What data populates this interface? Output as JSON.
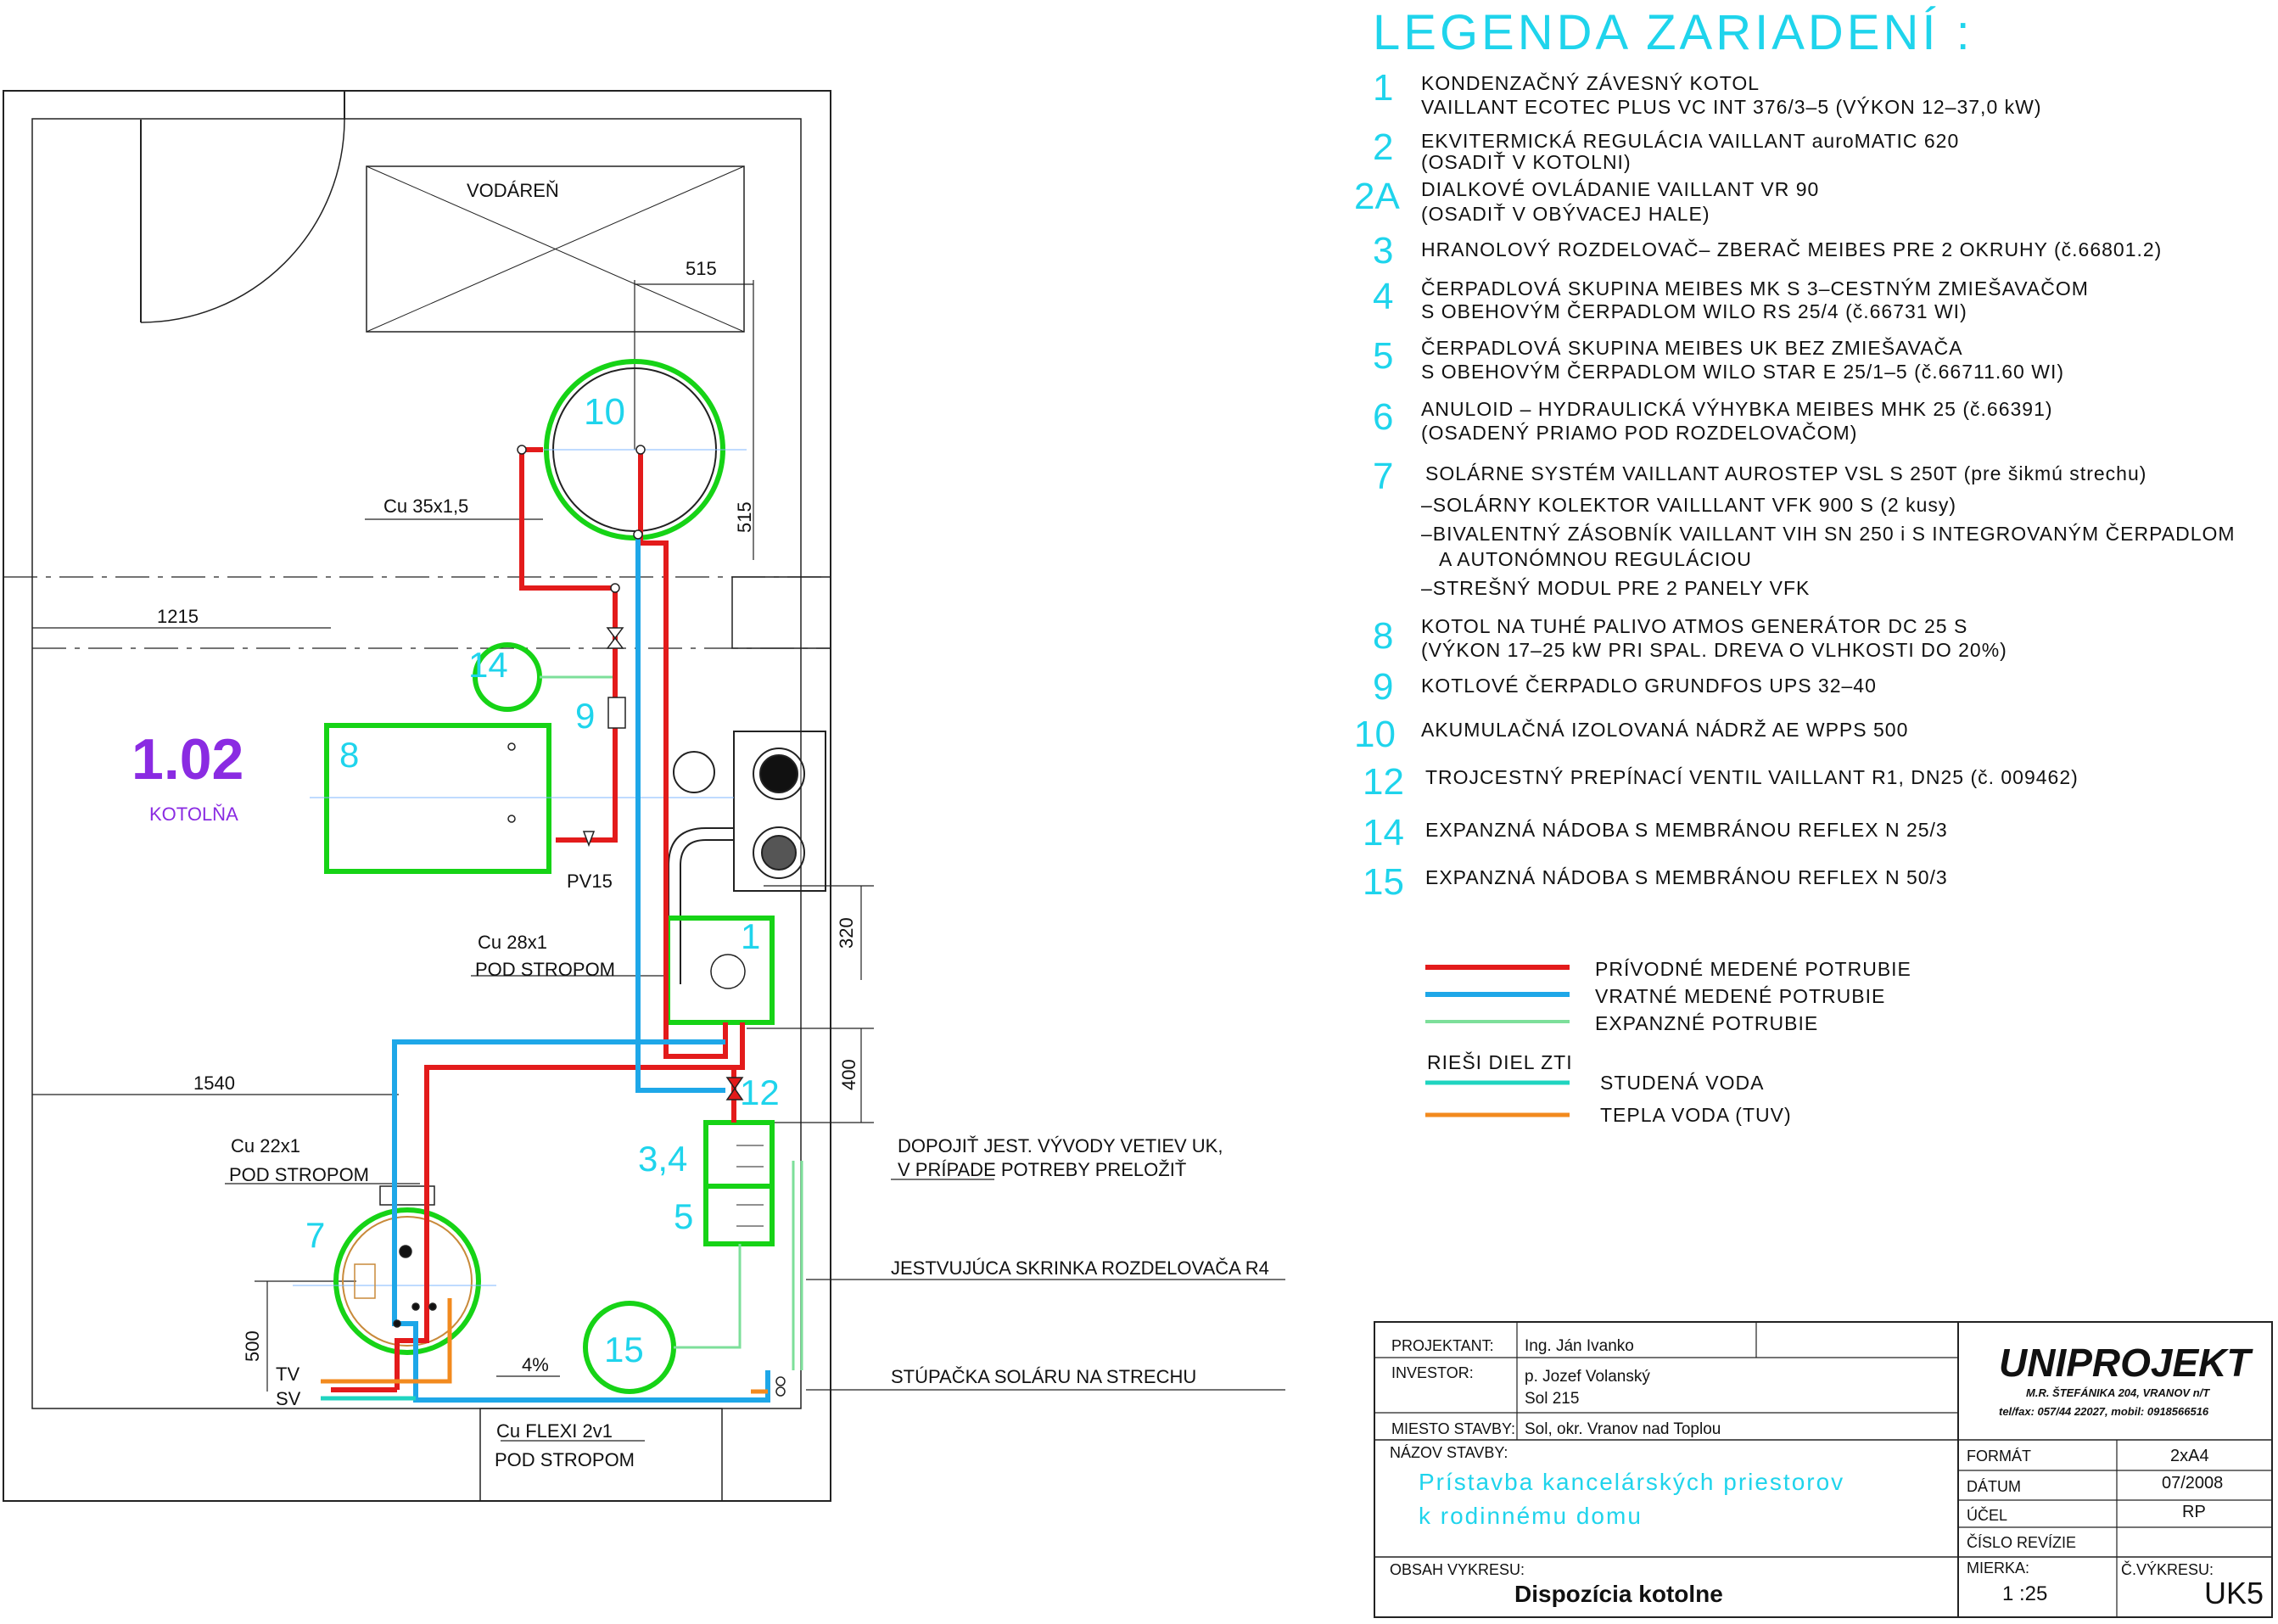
{
  "colors": {
    "supply": "#e31b1b",
    "return": "#1ea7e8",
    "expansion": "#7ddf9a",
    "cold_water": "#1fd4c0",
    "hot_water": "#f28a1e",
    "equipment": "#16d316",
    "label": "#1fd4ec",
    "room_number": "#8a2be2"
  },
  "plan": {
    "room_label": "VODÁREŇ",
    "room_number": "1.02",
    "room_name": "KOTOLŇA",
    "dim_515_top": "515",
    "dim_515_side": "515",
    "dim_1215": "1215",
    "dim_1540": "1540",
    "dim_320": "320",
    "dim_400": "400",
    "dim_500": "500",
    "pipe_cu35": "Cu 35x1,5",
    "pipe_cu28": "Cu 28x1",
    "pipe_cu28_note": "POD STROPOM",
    "pipe_cu22": "Cu 22x1",
    "pipe_cu22_note": "POD STROPOM",
    "pipe_flexi": "Cu FLEXI 2v1",
    "pipe_flexi_note": "POD STROPOM",
    "pv15": "PV15",
    "tv": "TV",
    "sv": "SV",
    "slope": "4%",
    "note_connect_1": "DOPOJIŤ JEST. VÝVODY VETIEV UK,",
    "note_connect_2": "V PRÍPADE POTREBY PRELOŽIŤ",
    "note_cabinet": "JESTVUJÚCA SKRINKA ROZDELOVAČA R4",
    "note_riser": "STÚPAČKA SOLÁRU NA STRECHU",
    "tags": {
      "t10": "10",
      "t14": "14",
      "t9": "9",
      "t8": "8",
      "t1": "1",
      "t12": "12",
      "t34": "3,4",
      "t5": "5",
      "t7": "7",
      "t15": "15"
    }
  },
  "legend": {
    "title": "LEGENDA ZARIADENÍ   :",
    "items": [
      {
        "num": "1",
        "l1": "KONDENZAČNÝ ZÁVESNÝ KOTOL",
        "l2": "VAILLANT ECOTEC PLUS VC INT 376/3–5 (VÝKON 12–37,0 kW)"
      },
      {
        "num": "2",
        "l1": "EKVITERMICKÁ REGULÁCIA VAILLANT auroMATIC 620",
        "l2": "(OSADIŤ V KOTOLNI)"
      },
      {
        "num": "2A",
        "l1": "DIALKOVÉ OVLÁDANIE VAILLANT VR 90",
        "l2": "(OSADIŤ V OBÝVACEJ HALE)"
      },
      {
        "num": "3",
        "l1": "HRANOLOVÝ ROZDELOVAČ– ZBERAČ MEIBES PRE 2 OKRUHY (č.66801.2)",
        "l2": ""
      },
      {
        "num": "4",
        "l1": "ČERPADLOVÁ SKUPINA MEIBES MK S 3–CESTNÝM ZMIEŠAVAČOM",
        "l2": "S OBEHOVÝM ČERPADLOM WILO RS 25/4 (č.66731 WI)"
      },
      {
        "num": "5",
        "l1": "ČERPADLOVÁ SKUPINA MEIBES UK BEZ ZMIEŠAVAČA",
        "l2": "S OBEHOVÝM ČERPADLOM WILO STAR E 25/1–5   (č.66711.60 WI)"
      },
      {
        "num": "6",
        "l1": "ANULOID – HYDRAULICKÁ VÝHYBKA MEIBES MHK 25 (č.66391)",
        "l2": "(OSADENÝ PRIAMO POD ROZDELOVAČOM)"
      },
      {
        "num": "7",
        "l1": "SOLÁRNE SYSTÉM   VAILLANT AUROSTEP VSL S 250T (pre šikmú strechu)",
        "l2": "–SOLÁRNY KOLEKTOR VAILLLANT VFK 900 S (2 kusy)",
        "l3": "–BIVALENTNÝ ZÁSOBNÍK VAILLANT VIH SN 250 i S INTEGROVANÝM ČERPADLOM",
        "l4": "A AUTONÓMNOU REGULÁCIOU",
        "l5": "–STREŠNÝ MODUL PRE 2 PANELY VFK"
      },
      {
        "num": "8",
        "l1": "KOTOL NA TUHÉ PALIVO ATMOS GENERÁTOR DC 25 S",
        "l2": "(VÝKON 17–25 kW PRI SPAL. DREVA O VLHKOSTI DO 20%)"
      },
      {
        "num": "9",
        "l1": "KOTLOVÉ ČERPADLO GRUNDFOS UPS 32–40",
        "l2": ""
      },
      {
        "num": "10",
        "l1": "AKUMULAČNÁ IZOLOVANÁ NÁDRŽ AE WPPS 500",
        "l2": ""
      },
      {
        "num": "12",
        "l1": "TROJCESTNÝ PREPÍNACÍ VENTIL VAILLANT R1, DN25 (č. 009462)",
        "l2": ""
      },
      {
        "num": "14",
        "l1": "EXPANZNÁ NÁDOBA S MEMBRÁNOU REFLEX N 25/3",
        "l2": ""
      },
      {
        "num": "15",
        "l1": "EXPANZNÁ NÁDOBA S MEMBRÁNOU REFLEX N 50/3",
        "l2": ""
      }
    ]
  },
  "line_legend": {
    "supply": "PRÍVODNÉ MEDENÉ POTRUBIE",
    "return": "VRATNÉ MEDENÉ POTRUBIE",
    "expansion": "EXPANZNÉ POTRUBIE",
    "zti_note": "RIEŠI DIEL ZTI",
    "cold": "STUDENÁ VODA",
    "hot": "TEPLA VODA (TUV)"
  },
  "title_block": {
    "projektant_label": "PROJEKTANT:",
    "projektant": "Ing. Ján Ivanko",
    "investor_label": "INVESTOR:",
    "investor_1": "p. Jozef Volanský",
    "investor_2": "Sol 215",
    "miesto_label": "MIESTO STAVBY:",
    "miesto": "Sol, okr. Vranov nad Toplou",
    "nazov_label": "NÁZOV STAVBY:",
    "nazov_1": "Prístavba kancelárských priestorov",
    "nazov_2": "k rodinnému domu",
    "obsah_label": "OBSAH VYKRESU:",
    "obsah": "Dispozícia kotolne",
    "company": "UNIPROJEKT",
    "address": "M.R. ŠTEFÁNIKA 204, VRANOV n/T",
    "contact": "tel/fax: 057/44 22027, mobil: 0918566516",
    "format_label": "FORMÁT",
    "format": "2xA4",
    "datum_label": "DÁTUM",
    "datum": "07/2008",
    "ucel_label": "ÚČEL",
    "ucel": "RP",
    "revizia_label": "ČÍSLO REVÍZIE",
    "revizia": "",
    "mierka_label": "MIERKA:",
    "mierka": "1  :25",
    "cislo_label": "Č.VÝKRESU:",
    "cislo": "UK5"
  }
}
